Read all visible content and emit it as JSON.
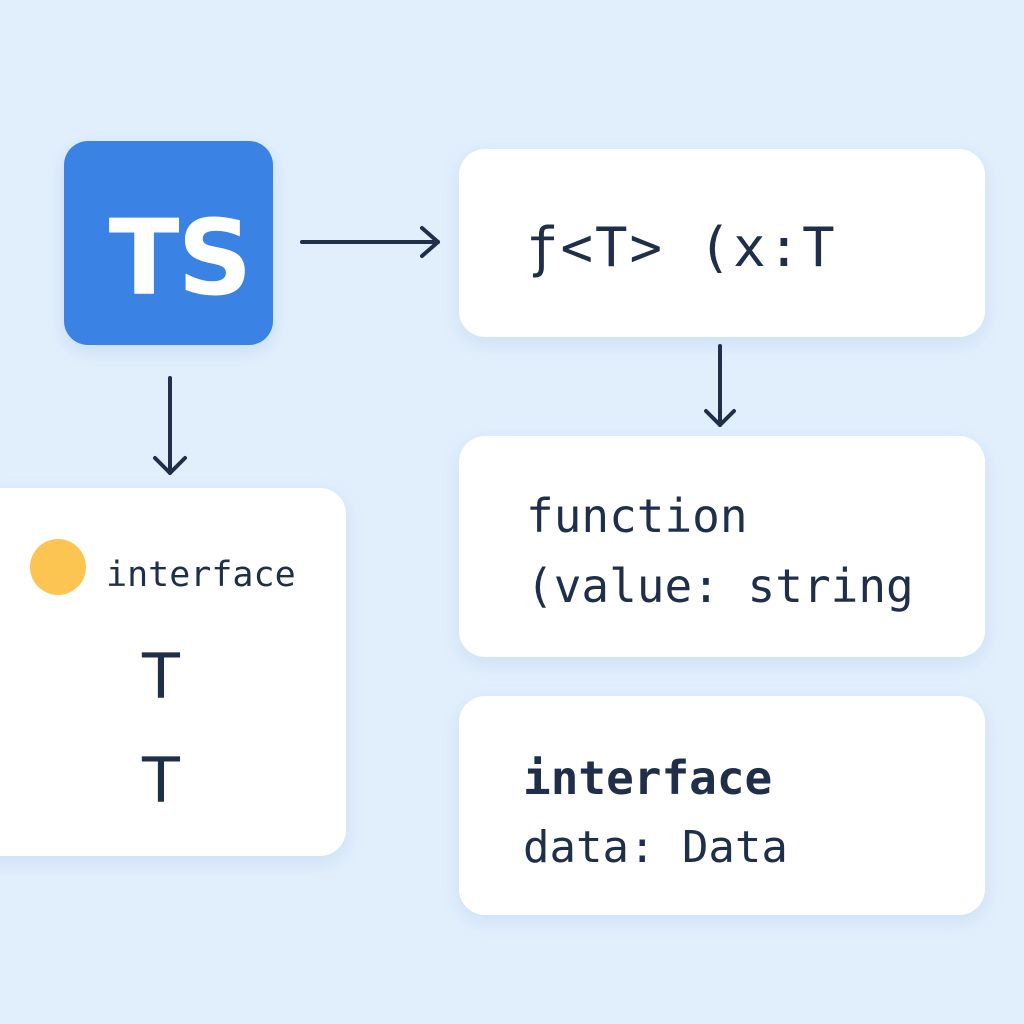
{
  "logo": {
    "text": "TS"
  },
  "generic_card": {
    "signature": "ƒ<T> (x:T"
  },
  "function_card": {
    "line1": "function",
    "line2": "(value: string"
  },
  "data_card": {
    "line1": "interface",
    "line2": "data: Data"
  },
  "interface_card": {
    "label": "interface",
    "type_params": [
      "T",
      "T"
    ]
  },
  "colors": {
    "background": "#e1effd",
    "logo": "#3a82e4",
    "dot": "#fcc552",
    "text": "#1f2f4a"
  }
}
